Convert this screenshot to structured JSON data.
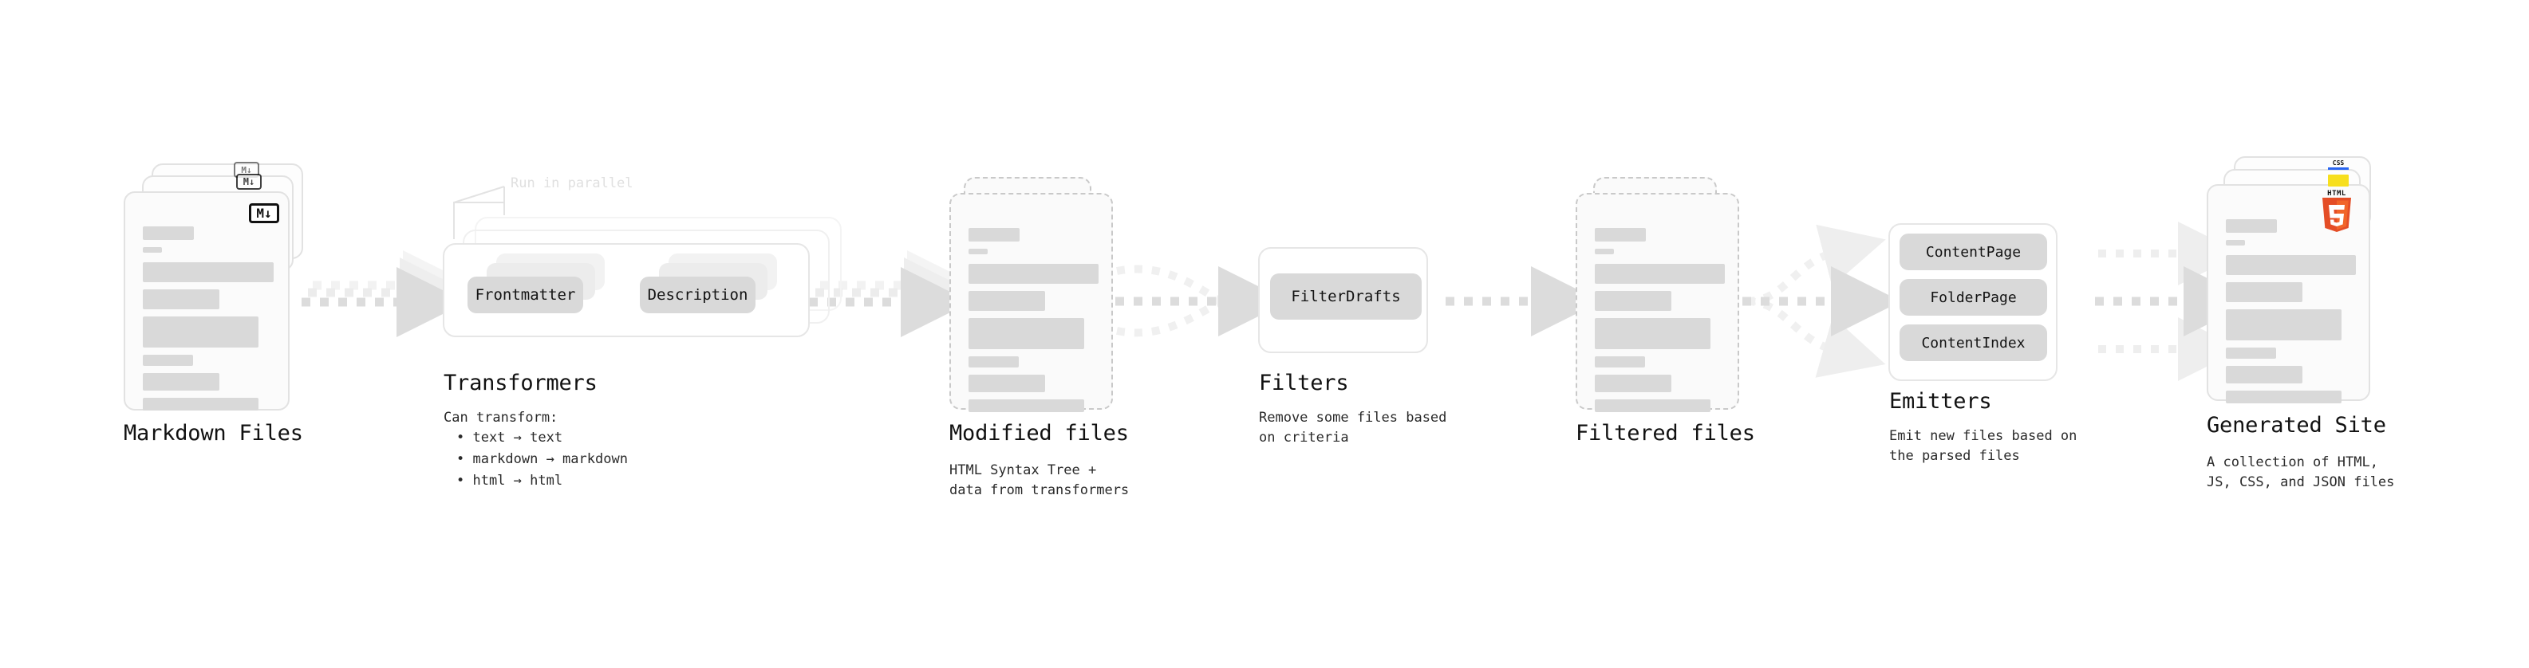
{
  "diagram": {
    "title_implicit": "Quartz content pipeline",
    "background": "#ffffff",
    "accent_gray": "#d9d9d9",
    "line_gray": "#e2e2e2",
    "text_color": "#111111"
  },
  "stages": [
    {
      "id": "markdown-files",
      "title": "Markdown Files",
      "subtitle": "",
      "icon": "markdown-logo",
      "icon_text": "M",
      "icon_arrow": "↓",
      "stacked": true,
      "stack_count": 3,
      "border_style": "solid"
    },
    {
      "id": "transformers",
      "title": "Transformers",
      "subtitle": "Can transform:",
      "annotation": "Run in parallel",
      "bullets": [
        "• text → text",
        "• markdown → markdown",
        "• html → html"
      ],
      "chips": [
        "Frontmatter",
        "Description"
      ],
      "stacked": true,
      "stack_count": 3
    },
    {
      "id": "modified-files",
      "title": "Modified files",
      "subtitle": "HTML Syntax Tree +\ndata from transformers",
      "stacked": true,
      "stack_count": 2,
      "border_style": "dashed"
    },
    {
      "id": "filters",
      "title": "Filters",
      "subtitle": "Remove some files based\non criteria",
      "chips": [
        "FilterDrafts"
      ]
    },
    {
      "id": "filtered-files",
      "title": "Filtered files",
      "subtitle": "",
      "stacked": true,
      "stack_count": 2,
      "border_style": "dashed"
    },
    {
      "id": "emitters",
      "title": "Emitters",
      "subtitle": "Emit new files based on\nthe parsed files",
      "chips": [
        "ContentPage",
        "FolderPage",
        "ContentIndex"
      ]
    },
    {
      "id": "generated-site",
      "title": "Generated Site",
      "subtitle": "A collection of HTML,\nJS, CSS, and JSON files",
      "icons": [
        "css-logo",
        "js-logo",
        "html5-logo"
      ],
      "icon_labels": {
        "css": "CSS",
        "html5": "HTML",
        "html5_digit": "5"
      },
      "stacked": true,
      "stack_count": 3,
      "border_style": "solid"
    }
  ],
  "connectors": [
    {
      "from": "markdown-files",
      "to": "transformers",
      "style": "dashed-arrow",
      "branches": 2
    },
    {
      "from": "transformers",
      "to": "modified-files",
      "style": "dashed-arrow",
      "branches": 2
    },
    {
      "from": "modified-files",
      "to": "filters",
      "style": "dashed-arrow-merge",
      "branches": 3
    },
    {
      "from": "filters",
      "to": "filtered-files",
      "style": "dashed-arrow",
      "branches": 1
    },
    {
      "from": "filtered-files",
      "to": "emitters",
      "style": "dashed-arrow-split",
      "branches": 3
    },
    {
      "from": "emitters",
      "to": "generated-site",
      "style": "dashed-arrow-merge",
      "branches": 3
    }
  ],
  "colors": {
    "css_blue": "#2965f1",
    "js_yellow": "#f7df1e",
    "html5_orange": "#e44d26",
    "html5_orange_light": "#f16529",
    "arrow_gray": "#e0e0e0",
    "bar_gray": "#d9d9d9"
  }
}
